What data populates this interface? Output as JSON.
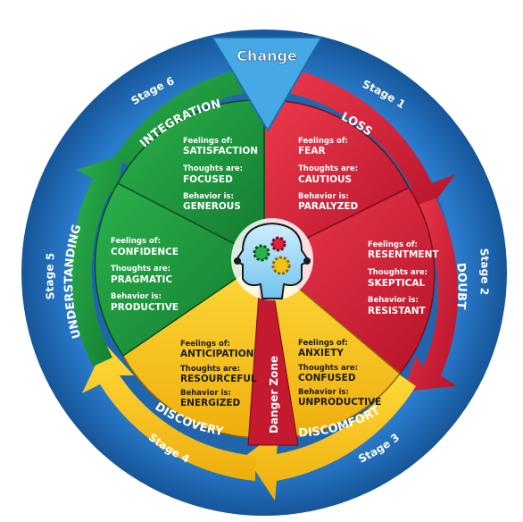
{
  "change_label": "Change",
  "danger_zone": "Danger Zone",
  "stages": [
    "Stage 1",
    "Stage 2",
    "Stage 3",
    "Stage 4",
    "Stage 5",
    "Stage 6"
  ],
  "phases": {
    "loss": "LOSS",
    "doubt": "DOUBT",
    "discomfort": "DISCOMFORT",
    "discovery": "DISCOVERY",
    "understanding": "UNDERSTANDING",
    "integration": "INTEGRATION"
  },
  "prompts": {
    "feelings": "Feelings of:",
    "thoughts": "Thoughts are:",
    "behavior": "Behavior is:"
  },
  "segments": {
    "loss": {
      "feeling": "FEAR",
      "thought": "CAUTIOUS",
      "behavior": "PARALYZED"
    },
    "doubt": {
      "feeling": "RESENTMENT",
      "thought": "SKEPTICAL",
      "behavior": "RESISTANT"
    },
    "discomfort": {
      "feeling": "ANXIETY",
      "thought": "CONFUSED",
      "behavior": "UNPRODUCTIVE"
    },
    "discovery": {
      "feeling": "ANTICIPATION",
      "thought": "RESOURCEFUL",
      "behavior": "ENERGIZED"
    },
    "understanding": {
      "feeling": "CONFIDENCE",
      "thought": "PRAGMATIC",
      "behavior": "PRODUCTIVE"
    },
    "integration": {
      "feeling": "SATISFACTION",
      "thought": "FOCUSED",
      "behavior": "GENEROUS"
    }
  },
  "colors": {
    "outer_ring": "#1f6fbf",
    "red": "#d9253b",
    "yellow": "#f5c218",
    "green": "#1c9a3e",
    "change": "#46a9e6"
  }
}
